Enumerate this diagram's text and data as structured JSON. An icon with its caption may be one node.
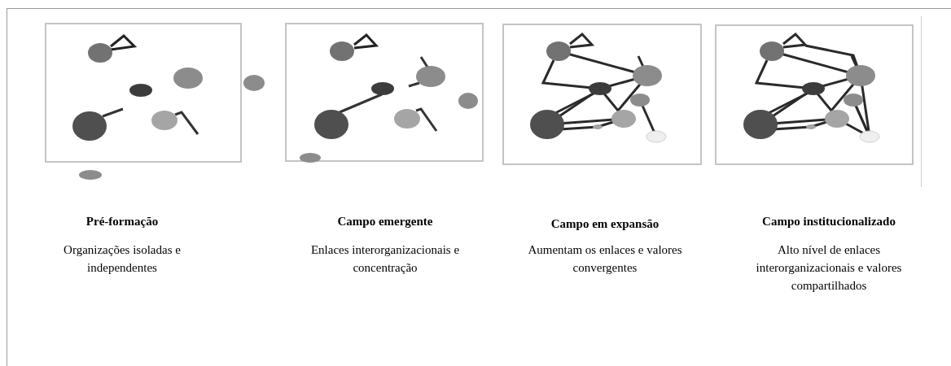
{
  "diagram": {
    "labels": [
      "Pré-formação",
      "Campo emergente",
      "Campo em expansão",
      "Campo institucionalizado",
      "Organizações isoladas e independentes",
      "Enlaces interorganizacionais e concentração",
      "Aumentam os enlaces e valores convergentes",
      "Alto nível de enlaces interorganizacionais e valores compartilhados"
    ]
  }
}
